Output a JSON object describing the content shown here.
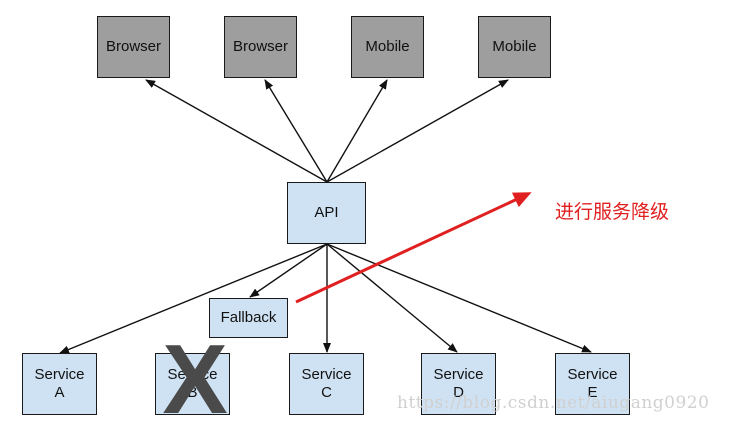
{
  "clients": [
    {
      "label": "Browser"
    },
    {
      "label": "Browser"
    },
    {
      "label": "Mobile"
    },
    {
      "label": "Mobile"
    }
  ],
  "api": {
    "label": "API"
  },
  "fallback": {
    "label": "Fallback"
  },
  "services": [
    {
      "line1": "Service",
      "line2": "A"
    },
    {
      "line1": "Service",
      "line2": "B"
    },
    {
      "line1": "Service",
      "line2": "C"
    },
    {
      "line1": "Service",
      "line2": "D"
    },
    {
      "line1": "Service",
      "line2": "E"
    }
  ],
  "annotation": {
    "text": "进行服务降级",
    "color": "#e02020"
  },
  "failure_mark": {
    "symbol": "X",
    "color": "#4a4a4a"
  },
  "watermark": {
    "text": "https://blog.csdn.net/aiugang0920"
  },
  "colors": {
    "client_fill": "#9e9e9e",
    "service_fill": "#cfe2f3",
    "arrow": "#111111",
    "degrade_arrow": "#e02020"
  }
}
